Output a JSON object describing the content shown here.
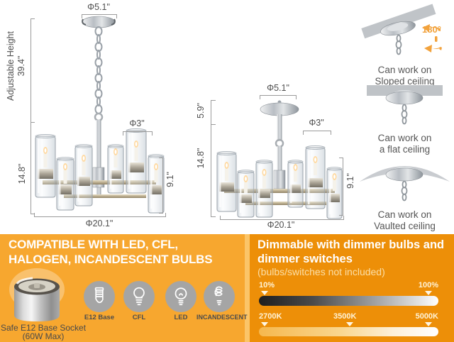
{
  "diagram_left": {
    "canopy_diameter": "Φ5.1\"",
    "height_label_line1": "Adjustable Height",
    "height_label_line2": "39.4\"",
    "body_height": "14.8\"",
    "shade_diameter": "Φ3\"",
    "shade_height": "9.1\"",
    "fixture_width": "Φ20.1\""
  },
  "diagram_center": {
    "canopy_diameter": "Φ5.1\"",
    "stem_height": "5.9\"",
    "body_height": "14.8\"",
    "shade_diameter": "Φ3\"",
    "shade_height": "9.1\"",
    "fixture_width": "Φ20.1\""
  },
  "ceiling_options": [
    {
      "rotation_label": "180°",
      "line1": "Can work on",
      "line2": "Sloped ceiling"
    },
    {
      "line1": "Can work on",
      "line2": "a flat ceiling"
    },
    {
      "line1": "Can work on",
      "line2": "Vaulted ceiling"
    }
  ],
  "compatibility_panel": {
    "heading_line1": "COMPATIBLE WITH LED, CFL,",
    "heading_line2": "HALOGEN, INCANDESCENT BULBS",
    "socket_caption_line1": "Safe E12 Base Socket",
    "socket_caption_line2": "(60W Max)",
    "bulb_types": [
      {
        "label": "E12 Base"
      },
      {
        "label": "CFL"
      },
      {
        "label": "LED"
      },
      {
        "label": "INCANDESCENT"
      }
    ]
  },
  "dimmable_panel": {
    "heading_line1": "Dimmable with dimmer bulbs and",
    "heading_line2": "dimmer switches",
    "subtext": "(bulbs/switches not included)",
    "brightness_scale": {
      "min": "10%",
      "max": "100%"
    },
    "color_temperature_scale": {
      "labels": [
        "2700K",
        "3500K",
        "5000K"
      ]
    }
  },
  "colors": {
    "left_panel_background": "#F7A72F",
    "right_panel_background": "#ED8F08",
    "divider": "#FBC568",
    "accent_orange": "#F2A23C",
    "dimension_text": "#4E4E4E",
    "caption_text": "#565656",
    "brightness_gradient_start": "#1E1E1E",
    "brightness_gradient_end": "#FFFFFF",
    "kelvin_gradient_start": "#F6B84E",
    "kelvin_gradient_end": "#FFFFFF"
  }
}
